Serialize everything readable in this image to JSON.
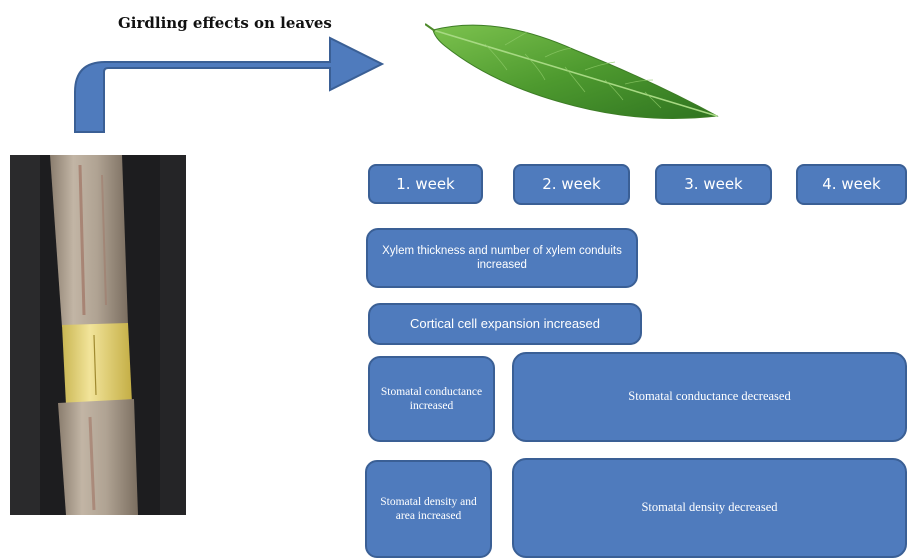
{
  "title": "Girdling effects on leaves",
  "weeks": [
    "1. week",
    "2. week",
    "3. week",
    "4. week"
  ],
  "boxes": {
    "xylem": "Xylem thickness and number of xylem conduits increased",
    "cortical": "Cortical cell expansion  increased",
    "stomatal_conductance_increased": "Stomatal conductance increased",
    "stomatal_conductance_decreased": "Stomatal conductance decreased",
    "stomatal_density_increased": "Stomatal density and area increased",
    "stomatal_density_decreased": "Stomatal density decreased"
  },
  "colors": {
    "box_fill": "#4f7bbd",
    "box_border": "#3a5f95",
    "arrow_fill": "#4f7bbd",
    "leaf_green": "#5aa63a"
  },
  "icons": {
    "arrow": "bent-arrow-right-icon",
    "leaf": "leaf-image",
    "stem": "girdled-stem-image"
  }
}
